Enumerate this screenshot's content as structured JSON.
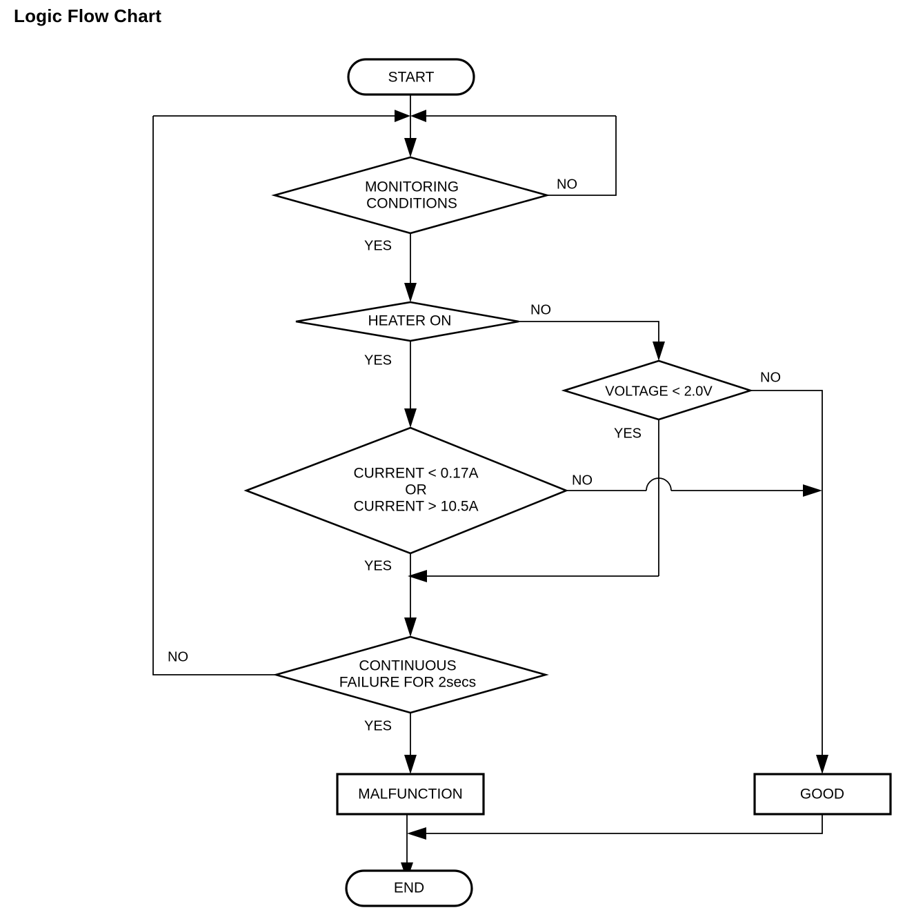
{
  "page": {
    "title": "Logic Flow Chart",
    "background_color": "#ffffff",
    "line_color": "#000000"
  },
  "chart_data": {
    "type": "diagram",
    "diagram_kind": "flowchart",
    "title": "Logic Flow Chart",
    "orientation": "top-to-bottom",
    "nodes": [
      {
        "id": "start",
        "shape": "terminator",
        "label": "START"
      },
      {
        "id": "monitoring",
        "shape": "decision",
        "label_line1": "MONITORING",
        "label_line2": "CONDITIONS"
      },
      {
        "id": "heater",
        "shape": "decision",
        "label_line1": "HEATER ON"
      },
      {
        "id": "voltage",
        "shape": "decision",
        "label_line1": "VOLTAGE < 2.0V"
      },
      {
        "id": "current",
        "shape": "decision",
        "label_line1": "CURRENT < 0.17A",
        "label_line2": "OR",
        "label_line3": "CURRENT > 10.5A"
      },
      {
        "id": "continuous",
        "shape": "decision",
        "label_line1": "CONTINUOUS",
        "label_line2": "FAILURE FOR 2secs"
      },
      {
        "id": "malfunction",
        "shape": "process",
        "label": "MALFUNCTION"
      },
      {
        "id": "good",
        "shape": "process",
        "label": "GOOD"
      },
      {
        "id": "end",
        "shape": "terminator",
        "label": "END"
      }
    ],
    "edges": [
      {
        "from": "start",
        "to": "monitoring",
        "label": ""
      },
      {
        "from": "monitoring",
        "to": "start",
        "label": "NO"
      },
      {
        "from": "monitoring",
        "to": "heater",
        "label": "YES"
      },
      {
        "from": "heater",
        "to": "voltage",
        "label": "NO"
      },
      {
        "from": "heater",
        "to": "current",
        "label": "YES"
      },
      {
        "from": "voltage",
        "to": "good",
        "label": "NO"
      },
      {
        "from": "voltage",
        "to": "continuous",
        "label": "YES"
      },
      {
        "from": "current",
        "to": "good",
        "label": "NO"
      },
      {
        "from": "current",
        "to": "continuous",
        "label": "YES"
      },
      {
        "from": "continuous",
        "to": "start",
        "label": "NO"
      },
      {
        "from": "continuous",
        "to": "malfunction",
        "label": "YES"
      },
      {
        "from": "malfunction",
        "to": "end",
        "label": ""
      },
      {
        "from": "good",
        "to": "end",
        "label": ""
      }
    ]
  },
  "labels": {
    "start": "START",
    "end": "END",
    "monitoring_1": "MONITORING",
    "monitoring_2": "CONDITIONS",
    "heater": "HEATER ON",
    "voltage": "VOLTAGE < 2.0V",
    "current_1": "CURRENT < 0.17A",
    "current_2": "OR",
    "current_3": "CURRENT > 10.5A",
    "continuous_1": "CONTINUOUS",
    "continuous_2": "FAILURE FOR 2secs",
    "malfunction": "MALFUNCTION",
    "good": "GOOD"
  },
  "edge_labels": {
    "monitoring_no": "NO",
    "monitoring_yes": "YES",
    "heater_no": "NO",
    "heater_yes": "YES",
    "voltage_no": "NO",
    "voltage_yes": "YES",
    "current_no": "NO",
    "current_yes": "YES",
    "continuous_no": "NO",
    "continuous_yes": "YES"
  }
}
